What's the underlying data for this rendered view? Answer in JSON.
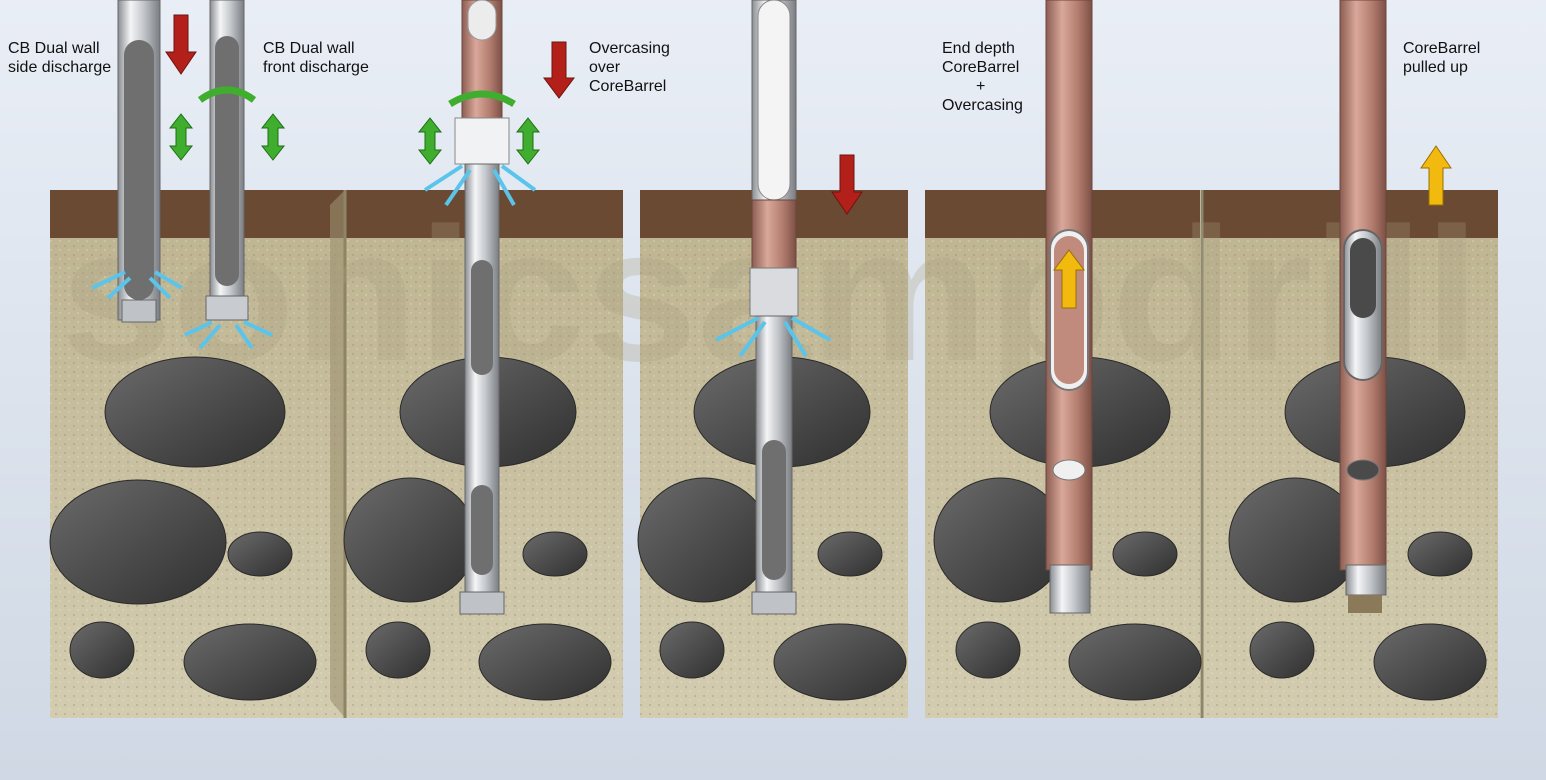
{
  "captions": {
    "side_discharge": [
      "CB Dual wall",
      "side discharge"
    ],
    "front_discharge": [
      "CB Dual wall",
      "front discharge"
    ],
    "overcasing": [
      "Overcasing",
      "over",
      "CoreBarrel"
    ],
    "end_depth": [
      "End depth",
      "CoreBarrel",
      "+",
      "Overcasing"
    ],
    "pulled_up": [
      "CoreBarrel",
      "pulled up"
    ]
  },
  "watermark": "sonicsampdrill",
  "colors": {
    "soil_top": "#6a4a32",
    "ground": "#c9bf9c",
    "rock": "#4a4a4a",
    "casing": "#c08a7c",
    "steel": "#d8dadd",
    "arrow_down": "#b3201a",
    "arrow_vertical": "#3fae2e",
    "arrow_up": "#f2b90f",
    "flush": "#5bc4ea"
  }
}
